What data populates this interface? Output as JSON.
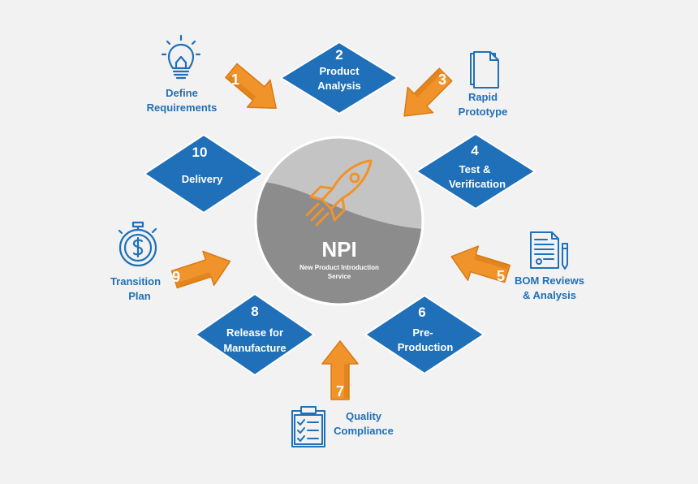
{
  "colors": {
    "background": "#f2f2f2",
    "diamond": "#1f70b8",
    "diamond_text": "#ffffff",
    "label": "#1f70b8",
    "arrow": "#f0932b",
    "arrow_dark": "#d77a14",
    "circle_light": "#c4c4c4",
    "circle_dark": "#8c8c8c",
    "rocket": "#f0932b"
  },
  "center": {
    "title": "NPI",
    "subtitle_line1": "New Product Introduction",
    "subtitle_line2": "Service"
  },
  "diamonds": [
    {
      "number": "2",
      "line1": "Product",
      "line2": "Analysis"
    },
    {
      "number": "4",
      "line1": "Test &",
      "line2": "Verification"
    },
    {
      "number": "6",
      "line1": "Pre-",
      "line2": "Production"
    },
    {
      "number": "8",
      "line1": "Release for",
      "line2": "Manufacture"
    },
    {
      "number": "10",
      "line1": "Delivery",
      "line2": ""
    }
  ],
  "arrows": [
    {
      "number": "1",
      "line1": "Define",
      "line2": "Requirements",
      "icon": "lightbulb-icon"
    },
    {
      "number": "3",
      "line1": "Rapid",
      "line2": "Prototype",
      "icon": "document-stack-icon"
    },
    {
      "number": "5",
      "line1": "BOM Reviews",
      "line2": "& Analysis",
      "icon": "form-pen-icon"
    },
    {
      "number": "7",
      "line1": "Quality",
      "line2": "Compliance",
      "icon": "checklist-clipboard-icon"
    },
    {
      "number": "9",
      "line1": "Transition",
      "line2": "Plan",
      "icon": "stopwatch-dollar-icon"
    }
  ]
}
